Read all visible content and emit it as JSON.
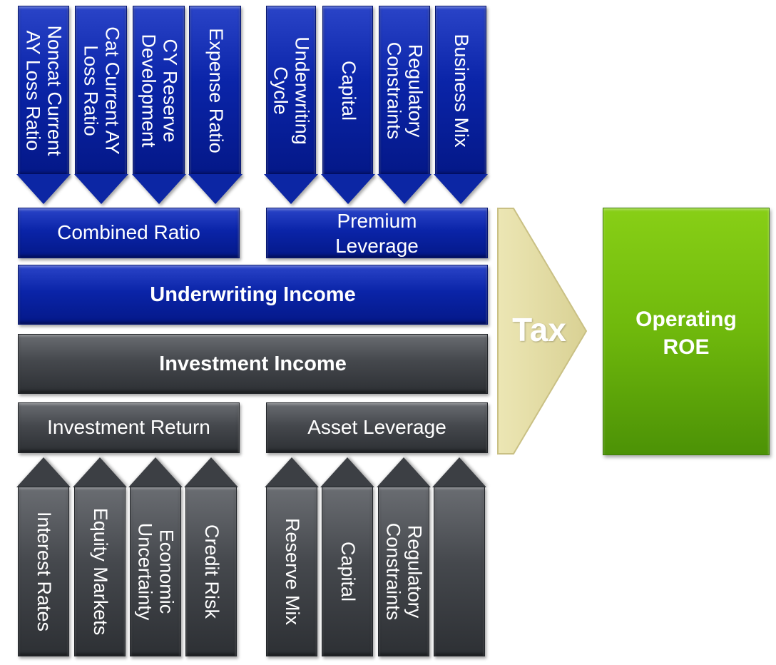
{
  "top_drivers": [
    {
      "label": "Noncat Current\nAY Loss Ratio"
    },
    {
      "label": "Cat Current AY\nLoss Ratio"
    },
    {
      "label": "CY Reserve\nDevelopment"
    },
    {
      "label": "Expense Ratio"
    },
    {
      "label": "Underwriting\nCycle"
    },
    {
      "label": "Capital"
    },
    {
      "label": "Regulatory\nConstraints"
    },
    {
      "label": "Business Mix"
    }
  ],
  "combined_ratio": "Combined Ratio",
  "premium_leverage": "Premium\nLeverage",
  "underwriting_income": "Underwriting Income",
  "investment_income": "Investment Income",
  "investment_return": "Investment Return",
  "asset_leverage": "Asset Leverage",
  "bottom_drivers": [
    {
      "label": "Interest Rates"
    },
    {
      "label": "Equity Markets"
    },
    {
      "label": "Economic\nUncertainty"
    },
    {
      "label": "Credit Risk"
    },
    {
      "label": "Reserve Mix"
    },
    {
      "label": "Capital"
    },
    {
      "label": "Regulatory\nConstraints"
    },
    {
      "label": ""
    }
  ],
  "tax": "Tax",
  "operating_roe": "Operating\nROE",
  "colors": {
    "blue": "#0a24a8",
    "gray": "#45484d",
    "green": "#6fb80c",
    "tax": "#e2dba0"
  }
}
